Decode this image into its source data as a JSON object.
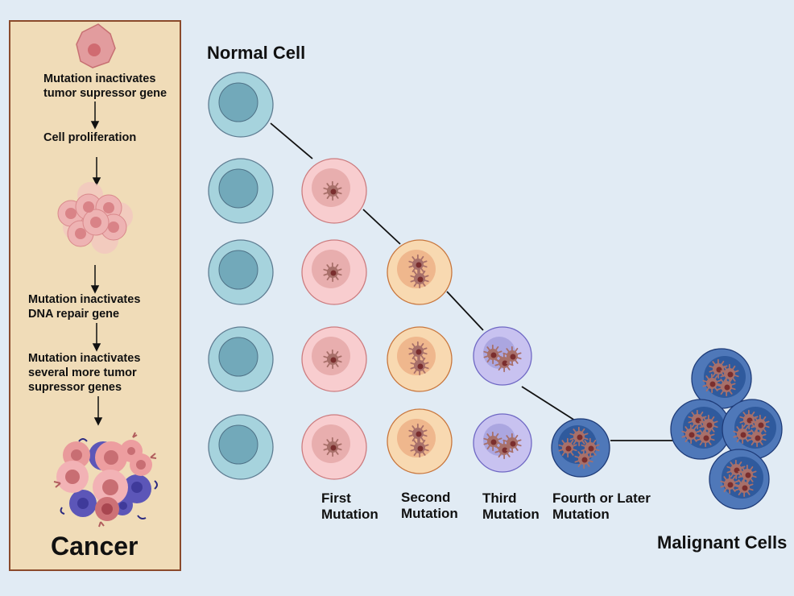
{
  "sidebar": {
    "steps": [
      {
        "label": "Mutation inactivates\ntumor supressor gene"
      },
      {
        "label": "Cell proliferation"
      },
      {
        "label": "Mutation inactivates\nDNA repair gene"
      },
      {
        "label": "Mutation inactivates\nseveral more tumor\nsupressor genes"
      }
    ],
    "result_label": "Cancer"
  },
  "main": {
    "normal_cell_title": "Normal Cell",
    "columns": [
      {
        "label": "First\nMutation",
        "mutant_count": 1
      },
      {
        "label": "Second\nMutation",
        "mutant_count": 2
      },
      {
        "label": "Third\nMutation",
        "mutant_count": 3
      },
      {
        "label": "Fourth or Later\nMutation",
        "mutant_count": 4
      }
    ],
    "malignant_label": "Malignant Cells"
  },
  "colors": {
    "background": "#e1ebf4",
    "panel_fill": "#f0dcb8",
    "panel_border": "#8b4a2b",
    "normal_outer": "#a6d3dd",
    "normal_inner": "#72a9ba",
    "first_outer": "#f8cdcf",
    "first_inner": "#e8aeae",
    "second_outer": "#f8d9b1",
    "second_inner": "#efb78d",
    "third_outer": "#c8c2f0",
    "third_inner": "#aba6e0",
    "fourth_outer": "#4f78b9",
    "fourth_inner": "#2f5a9d",
    "mutant_cell": "#a8706a",
    "mutant_nucleus": "#7a2e2e"
  }
}
